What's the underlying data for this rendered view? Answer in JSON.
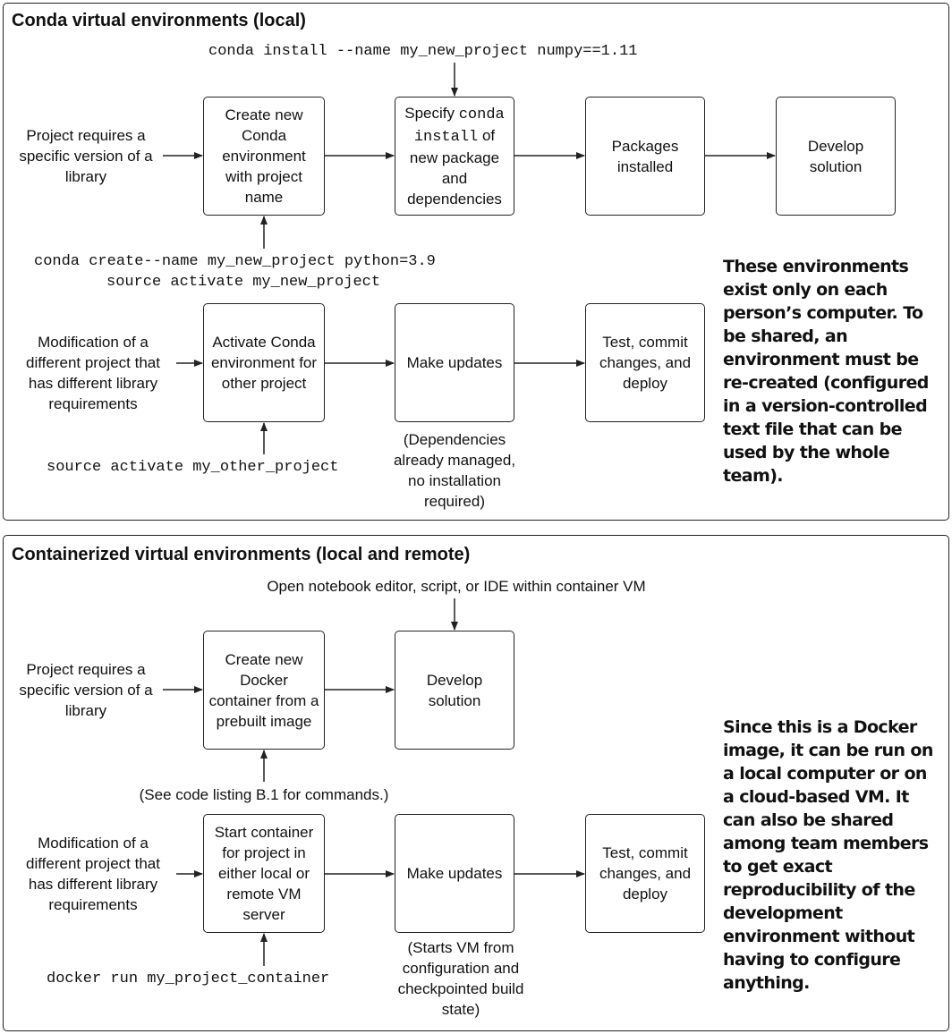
{
  "conda": {
    "title": "Conda virtual environments (local)",
    "install_cmd": "conda install --name my_new_project numpy==1.11",
    "row1": {
      "input": "Project requires a specific version of a library",
      "create_box": "Create new Conda environment with project name",
      "specify_pre": "Specify ",
      "specify_code1": "conda",
      "specify_code2": "install",
      "specify_post": " of new package and dependencies",
      "installed_box": "Packages installed",
      "develop_box": "Develop solution",
      "create_cmd_line1": "conda create--name my_new_project python=3.9",
      "create_cmd_line2": "source activate my_new_project"
    },
    "row2": {
      "input": "Modification of a different project that has different library requirements",
      "activate_box": "Activate Conda environment for other project",
      "updates_box": "Make updates",
      "test_box": "Test, commit changes, and deploy",
      "activate_cmd": "source activate my_other_project",
      "updates_note": "(Dependencies already managed, no installation required)"
    },
    "note": "These environments exist only on each person’s computer. To be shared, an environment must be re-created (configured in a version-controlled text file that can be used by the whole team)."
  },
  "container": {
    "title": "Containerized virtual environments (local and remote)",
    "open_note": "Open notebook editor, script, or IDE within container VM",
    "row1": {
      "input": "Project requires a specific version of a library",
      "create_box": "Create new Docker container from a prebuilt image",
      "develop_box": "Develop solution",
      "listing_note": "(See code listing B.1 for commands.)"
    },
    "row2": {
      "input": "Modification of a different project that has different library requirements",
      "start_box": "Start container for project in either local or remote VM server",
      "updates_box": "Make updates",
      "test_box": "Test, commit changes, and deploy",
      "run_cmd": "docker run my_project_container",
      "updates_note": "(Starts VM from configuration and checkpointed build state)"
    },
    "note": "Since this is a Docker image, it can be run on a local computer or on a cloud-based VM. It can also be shared among team members to get exact reproducibility of the development environment without having to configure anything."
  }
}
